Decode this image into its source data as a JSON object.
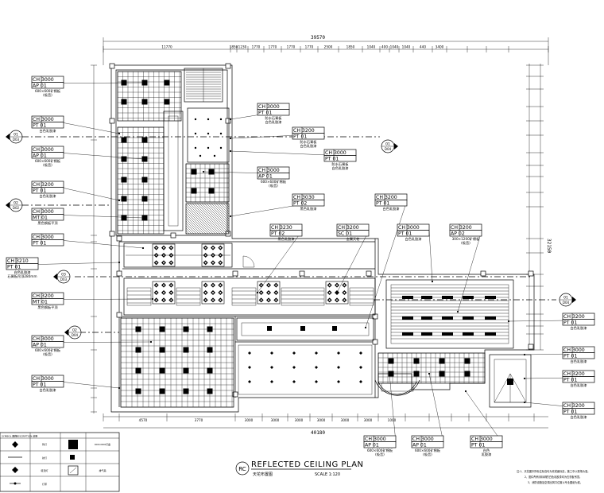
{
  "plan": {
    "title": "REFLECTED CEILING PLAN",
    "title_cn": "天花布置图",
    "scale": "SCALE 1:120",
    "badge": "RC"
  },
  "dims": {
    "top_total": "39570",
    "top_segments": [
      "11770",
      "1850",
      "1230",
      "1770",
      "1770",
      "1770",
      "1770",
      "2500",
      "1850",
      "1040",
      "400",
      "1040",
      "1040",
      "440",
      "3400"
    ],
    "bottom_total": "40180",
    "bottom_segments": [
      "4570",
      "3770",
      "3000",
      "3000",
      "3000",
      "3000",
      "3000",
      "3000",
      "1000"
    ],
    "right_total": "32150"
  },
  "tags": [
    {
      "ch": "CH 3000",
      "code": "AP 01",
      "note": "600×600矿棉板",
      "note2": "(吸音)"
    },
    {
      "ch": "CH 3000",
      "code": "PT 01",
      "note": "白色乳胶漆",
      "note2": ""
    },
    {
      "ch": "CH 3000",
      "code": "AP 01",
      "note": "600×600矿棉板",
      "note2": "(吸音)"
    },
    {
      "ch": "CH 3200",
      "code": "PT 01",
      "note": "白色乳胶漆",
      "note2": ""
    },
    {
      "ch": "CH 3000",
      "code": "MT 01",
      "note": "黑色钢板平顶",
      "note2": ""
    },
    {
      "ch": "CH 3000",
      "code": "PT 01",
      "note": "",
      "note2": ""
    },
    {
      "ch": "CH 3210",
      "code": "PT 01",
      "note": "白色乳胶漆",
      "note2": "石膏板吊顶280mm"
    },
    {
      "ch": "CH 3200",
      "code": "MT 01",
      "note": "黑色钢板平顶",
      "note2": ""
    },
    {
      "ch": "CH 3000",
      "code": "AP 01",
      "note": "600×600矿棉板",
      "note2": "(吸音)"
    },
    {
      "ch": "CH 3000",
      "code": "PT 01",
      "note": "白色乳胶漆",
      "note2": ""
    },
    {
      "ch": "CH 3000",
      "code": "PT 01",
      "note": "防水石膏板",
      "note2": "白色乳胶漆"
    },
    {
      "ch": "CH 3200",
      "code": "PT 01",
      "note": "防水石膏板",
      "note2": "白色乳胶漆"
    },
    {
      "ch": "CH 3000",
      "code": "PT 01",
      "note": "防水石膏板",
      "note2": "白色乳胶漆"
    },
    {
      "ch": "CH 3000",
      "code": "AP 01",
      "note": "600×600矿棉板",
      "note2": "(吸音)"
    },
    {
      "ch": "CH 3030",
      "code": "PT 02",
      "note": "黑色乳胶漆",
      "note2": ""
    },
    {
      "ch": "CH 3200",
      "code": "PT 01",
      "note": "白色乳胶漆",
      "note2": ""
    },
    {
      "ch": "CH 3230",
      "code": "PT 02",
      "note": "黑色乳胶漆",
      "note2": ""
    },
    {
      "ch": "CH 3200",
      "code": "SC 01",
      "note": "金属天花",
      "note2": ""
    },
    {
      "ch": "CH 3000",
      "code": "PT 01",
      "note": "白色乳胶漆",
      "note2": ""
    },
    {
      "ch": "CH 3200",
      "code": "AP 02",
      "note": "300×1200矿棉板",
      "note2": "(吸音)"
    },
    {
      "ch": "CH 3200",
      "code": "PT 01",
      "note": "白色乳胶漆",
      "note2": ""
    },
    {
      "ch": "CH 3000",
      "code": "PT 01",
      "note": "白色乳胶漆",
      "note2": ""
    },
    {
      "ch": "CH 3200",
      "code": "PT 01",
      "note": "白色乳胶漆",
      "note2": ""
    },
    {
      "ch": "CH 3200",
      "code": "PT 01",
      "note": "白色乳胶漆",
      "note2": ""
    },
    {
      "ch": "CH 3000",
      "code": "AP 01",
      "note": "600×600矿棉板",
      "note2": "(吸音)"
    },
    {
      "ch": "CH 3000",
      "code": "AP 01",
      "note": "600×600矿棉板",
      "note2": "(吸音)"
    },
    {
      "ch": "CH 3000",
      "code": "PT 01",
      "note": "白色",
      "note2": "乳胶漆"
    }
  ],
  "section_marks": [
    {
      "num": "01",
      "sheet": "D03"
    },
    {
      "num": "02",
      "sheet": "D02"
    },
    {
      "num": "03",
      "sheet": "D03"
    },
    {
      "num": "02",
      "sheet": "D04"
    },
    {
      "num": "01",
      "sheet": "D04"
    },
    {
      "num": "01",
      "sheet": "D04"
    }
  ],
  "legend": {
    "header": [
      "SYMBOL 图例",
      "DESCRIPTION 说明"
    ],
    "rows": [
      {
        "left": "筒灯",
        "right": "600×600灯盘"
      },
      {
        "left": "射灯",
        "right": ""
      },
      {
        "left": "吸顶灯",
        "right": "排气扇"
      },
      {
        "left": "灯带",
        "right": ""
      }
    ]
  },
  "notes": [
    "注:1、天花图中所标注标高均为完成面标高，施工中以现场为准。",
    "2、图中所有未标明的白色乳胶漆均为石膏板吊顶。",
    "3、消防设施及空调出风口位置以专业图纸为准。"
  ]
}
